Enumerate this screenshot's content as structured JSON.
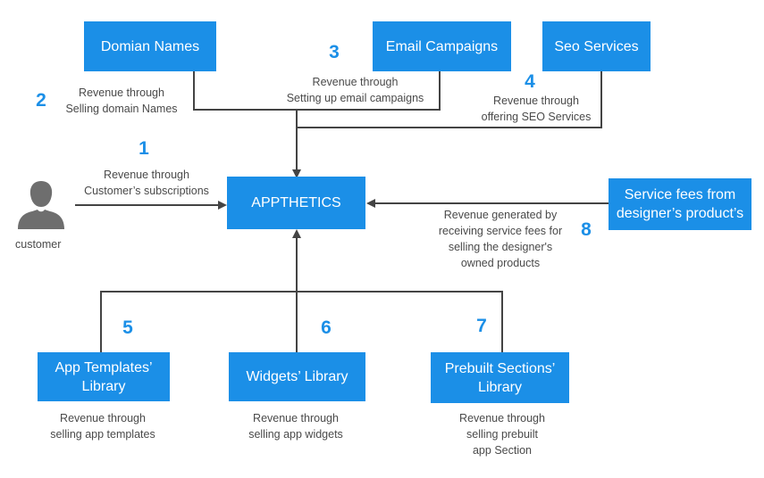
{
  "diagram": {
    "center": "APPTHETICS",
    "customer": {
      "label": "customer",
      "icon": "person-icon"
    },
    "top_boxes": [
      {
        "label": "Domian Names"
      },
      {
        "label": "Email Campaigns"
      },
      {
        "label": "Seo Services"
      }
    ],
    "right_box": {
      "line1": "Service fees from",
      "line2": "designer’s product’s"
    },
    "bottom_boxes": [
      {
        "line1": "App Templates’",
        "line2": "Library"
      },
      {
        "line1": "Widgets’ Library",
        "line2": ""
      },
      {
        "line1": "Prebuilt Sections’",
        "line2": "Library"
      }
    ],
    "streams": [
      {
        "number": "1",
        "lines": [
          "Revenue through",
          "Customer’s subscriptions"
        ]
      },
      {
        "number": "2",
        "lines": [
          "Revenue through",
          "Selling domain Names"
        ]
      },
      {
        "number": "3",
        "lines": [
          "Revenue through",
          "Setting up email campaigns"
        ]
      },
      {
        "number": "4",
        "lines": [
          "Revenue through",
          "offering SEO Services"
        ]
      },
      {
        "number": "5",
        "lines": [
          "Revenue through",
          "selling app templates"
        ]
      },
      {
        "number": "6",
        "lines": [
          "Revenue through",
          "selling app widgets"
        ]
      },
      {
        "number": "7",
        "lines": [
          "Revenue through",
          "selling prebuilt",
          "app Section"
        ]
      },
      {
        "number": "8",
        "lines": [
          "Revenue generated by",
          "receiving service fees for",
          "selling the designer's",
          "owned products"
        ]
      }
    ],
    "colors": {
      "box": "#1b8fe7",
      "number": "#1b8fe7",
      "line": "#444444",
      "text": "#4a4a4a",
      "person": "#6e6e6e"
    }
  }
}
